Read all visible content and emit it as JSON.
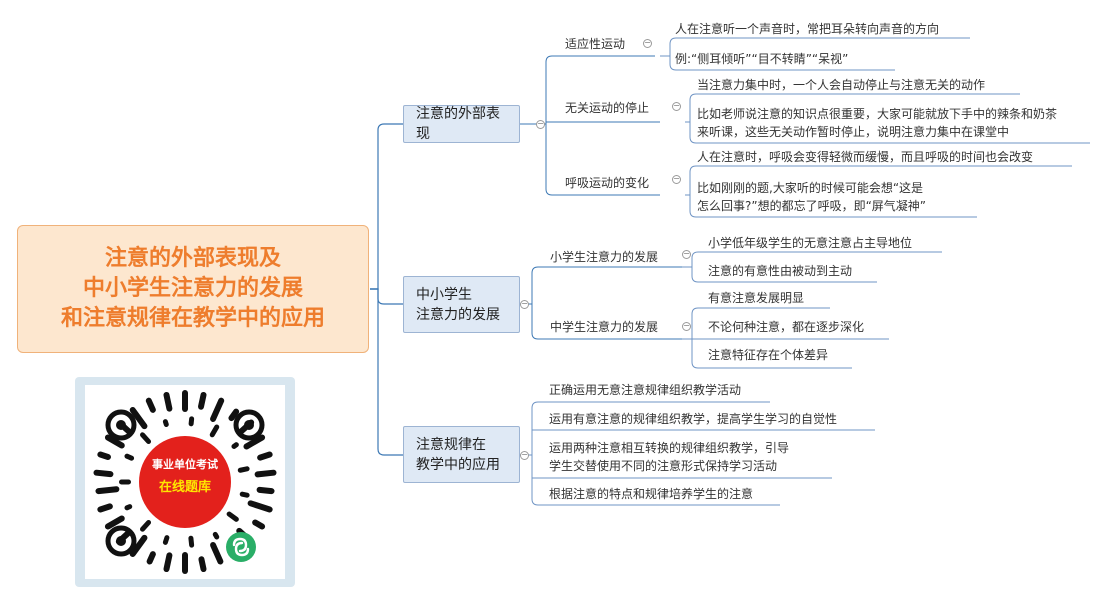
{
  "mindmap": {
    "root": {
      "title": "注意的外部表现及\n中小学生注意力的发展\n和注意规律在教学中的应用"
    },
    "branches": [
      {
        "label": "注意的外部表现",
        "children": [
          {
            "label": "适应性运动",
            "children": [
              "人在注意听一个声音时，常把耳朵转向声音的方向",
              "例:“侧耳倾听”“目不转睛”“呆视”"
            ]
          },
          {
            "label": "无关运动的停止",
            "children": [
              "当注意力集中时，一个人会自动停止与注意无关的动作",
              "比如老师说注意的知识点很重要，大家可能就放下手中的辣条和奶茶\n来听课，这些无关动作暂时停止，说明注意力集中在课堂中"
            ]
          },
          {
            "label": "呼吸运动的变化",
            "children": [
              "人在注意时，呼吸会变得轻微而缓慢，而且呼吸的时间也会改变",
              "比如刚刚的题,大家听的时候可能会想“这是\n怎么回事?”想的都忘了呼吸，即“屏气凝神”"
            ]
          }
        ]
      },
      {
        "label": "中小学生\n注意力的发展",
        "children": [
          {
            "label": "小学生注意力的发展",
            "children": [
              "小学低年级学生的无意注意占主导地位",
              "注意的有意性由被动到主动"
            ]
          },
          {
            "label": "中学生注意力的发展",
            "children": [
              "有意注意发展明显",
              "不论何种注意，都在逐步深化",
              "注意特征存在个体差异"
            ]
          }
        ]
      },
      {
        "label": "注意规律在\n教学中的应用",
        "children": [
          {
            "label": "正确运用无意注意规律组织教学活动"
          },
          {
            "label": "运用有意注意的规律组织教学，提高学生学习的自觉性"
          },
          {
            "label": "运用两种注意相互转换的规律组织教学，引导\n学生交替使用不同的注意形式保持学习活动"
          },
          {
            "label": "根据注意的特点和规律培养学生的注意"
          }
        ]
      }
    ]
  },
  "qr": {
    "badge_line1": "事业单位考试",
    "badge_line2": "在线题库",
    "logo_icon": "mini-program-icon",
    "badge_color": "#e3211c",
    "logo_color": "#2aae67"
  },
  "colors": {
    "connector": "#3c78b4",
    "underline": "#6f94c4",
    "root_text": "#ee7d2d",
    "root_fill": "#fde7cf",
    "branch_fill": "#dfe9f5"
  }
}
